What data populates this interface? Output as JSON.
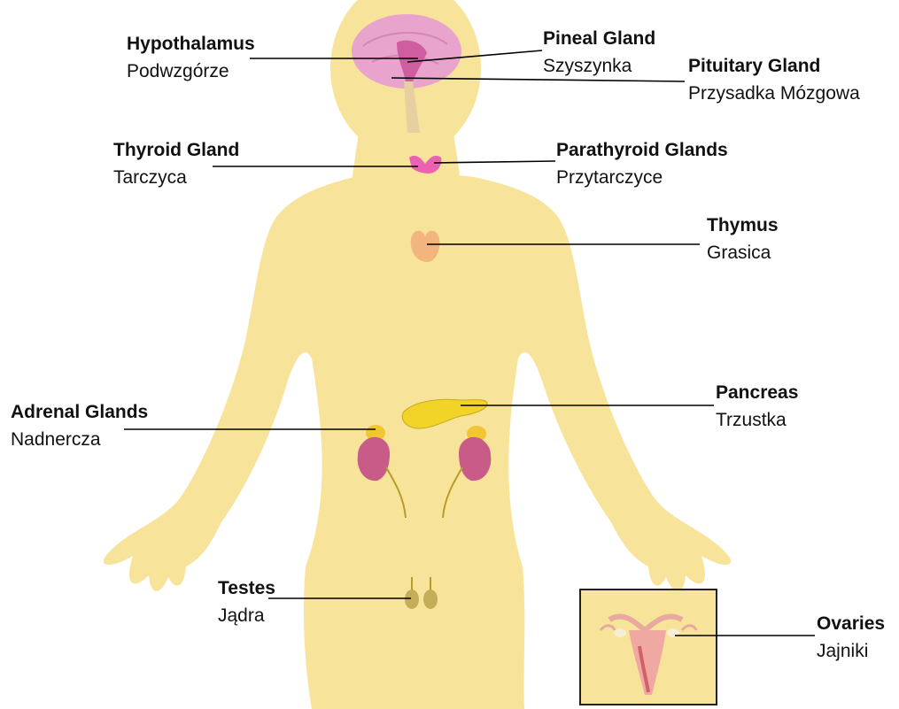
{
  "colors": {
    "skin": "#f8e39a",
    "brain": "#e8a4cc",
    "gland_pink": "#ec62b2",
    "thymus": "#f3b57e",
    "pancreas": "#f2d327",
    "kidney": "#c95b89",
    "adrenal": "#f2c630",
    "testes": "#c4ad58",
    "line": "#000000"
  },
  "labels": {
    "hypothalamus": {
      "en": "Hypothalamus",
      "pl": "Podwzgórze"
    },
    "pineal": {
      "en": "Pineal Gland",
      "pl": "Szyszynka"
    },
    "pituitary": {
      "en": "Pituitary Gland",
      "pl": "Przysadka Mózgowa"
    },
    "thyroid": {
      "en": "Thyroid Gland",
      "pl": "Tarczyca"
    },
    "parathyroid": {
      "en": "Parathyroid Glands",
      "pl": "Przytarczyce"
    },
    "thymus": {
      "en": "Thymus",
      "pl": "Grasica"
    },
    "pancreas": {
      "en": "Pancreas",
      "pl": "Trzustka"
    },
    "adrenal": {
      "en": "Adrenal Glands",
      "pl": "Nadnercza"
    },
    "testes": {
      "en": "Testes",
      "pl": "Jądra"
    },
    "ovaries": {
      "en": "Ovaries",
      "pl": "Jajniki"
    }
  }
}
